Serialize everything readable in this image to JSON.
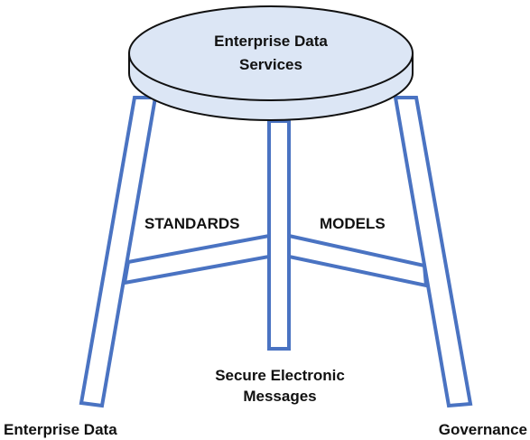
{
  "seat": {
    "label_line1": "Enterprise Data",
    "label_line2": "Services"
  },
  "braces": {
    "left_label": "STANDARDS",
    "right_label": "MODELS"
  },
  "legs": {
    "center_label_line1": "Secure Electronic",
    "center_label_line2": "Messages",
    "left_label": "Enterprise Data",
    "right_label": "Governance"
  },
  "colors": {
    "outline": "#4a73c2",
    "seat_fill": "#dce6f5",
    "text": "#111111"
  }
}
